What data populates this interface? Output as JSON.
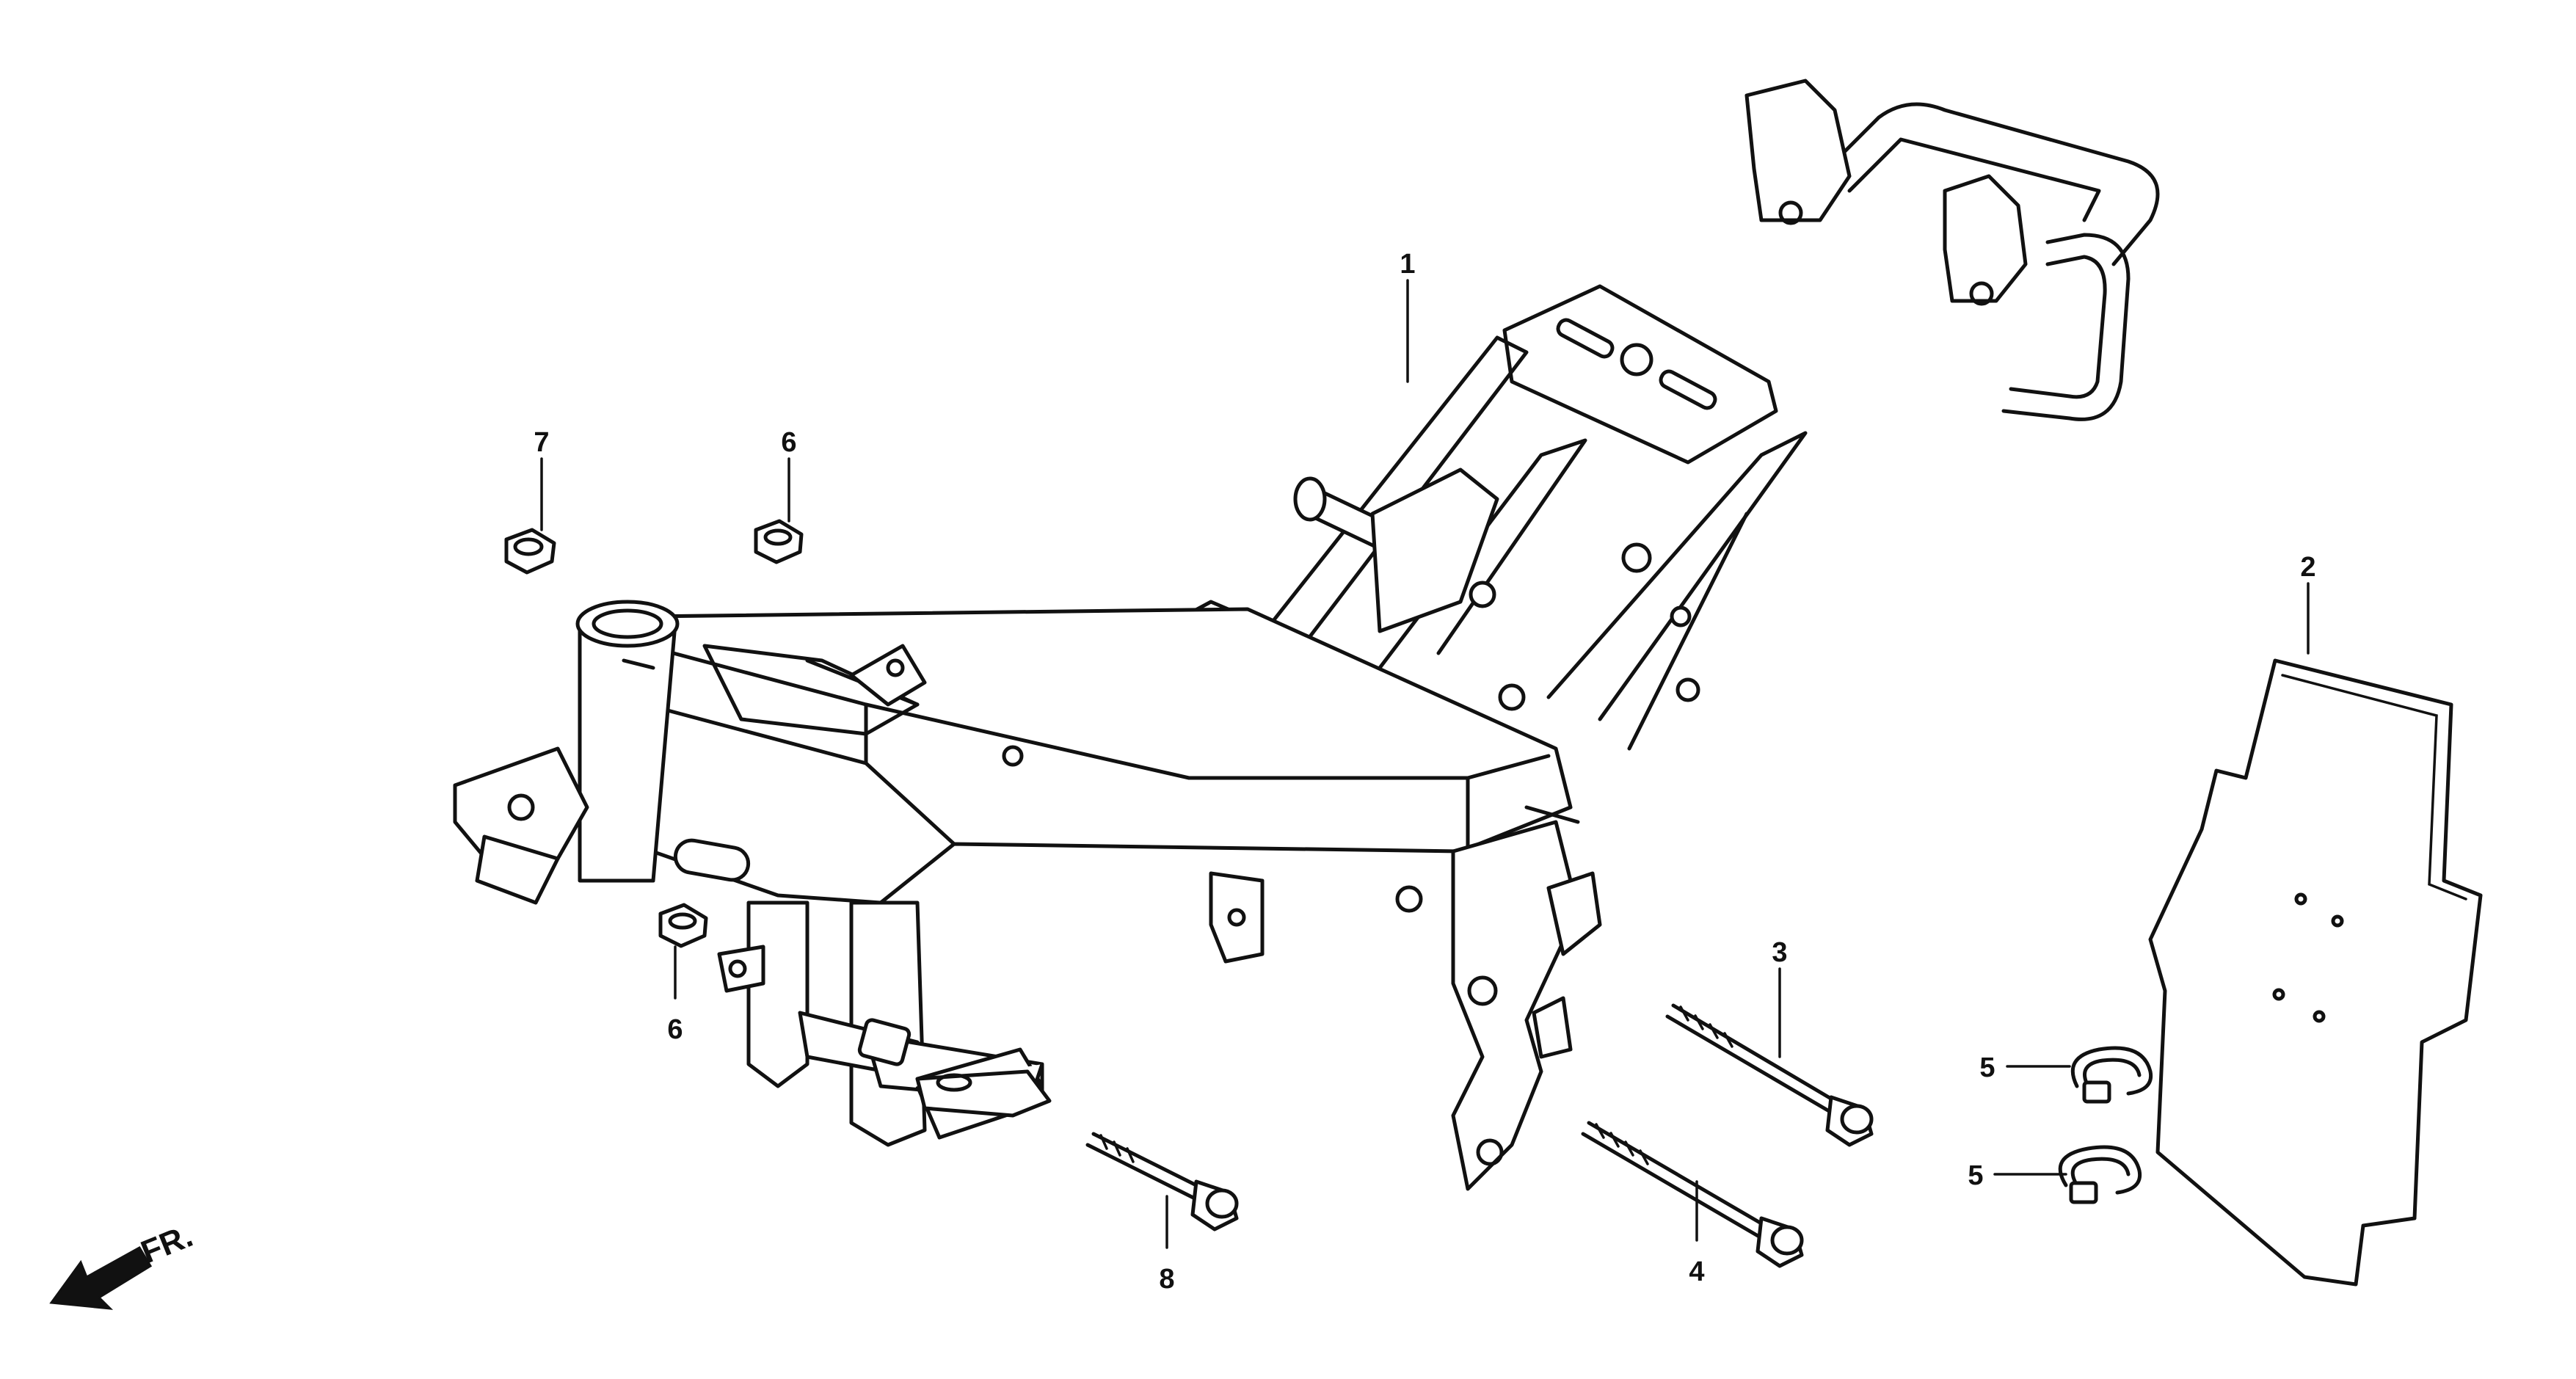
{
  "callouts": [
    {
      "id": "1",
      "part": "frame"
    },
    {
      "id": "2",
      "part": "plate"
    },
    {
      "id": "3",
      "part": "long-bolt"
    },
    {
      "id": "4",
      "part": "long-bolt"
    },
    {
      "id": "5",
      "part": "clip"
    },
    {
      "id": "5",
      "part": "clip"
    },
    {
      "id": "6",
      "part": "nut"
    },
    {
      "id": "6",
      "part": "nut"
    },
    {
      "id": "7",
      "part": "nut"
    },
    {
      "id": "8",
      "part": "bolt"
    }
  ],
  "direction": {
    "label": "FR.",
    "icon": "arrow-front-icon"
  }
}
